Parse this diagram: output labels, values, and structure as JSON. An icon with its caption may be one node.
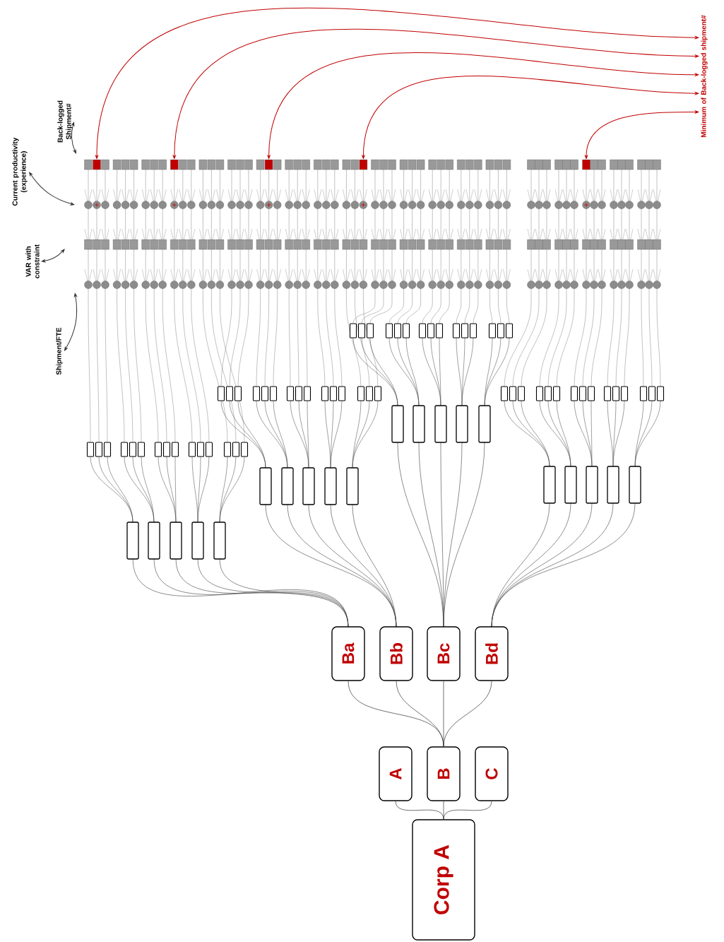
{
  "diagram": {
    "nodes": [
      {
        "text": [
          "Corp A"
        ]
      },
      {
        "text": [
          "A"
        ]
      },
      {
        "text": [
          "B"
        ]
      },
      {
        "text": [
          "C"
        ]
      },
      {
        "text": [
          "Ba"
        ]
      },
      {
        "text": [
          "Bb"
        ]
      },
      {
        "text": [
          "Bc"
        ]
      },
      {
        "text": [
          "Bd"
        ]
      },
      {
        "text": [
          "Minimum of Back-logged shipment#"
        ]
      },
      {
        "text": [],
        "shape": "box"
      },
      {
        "text": [],
        "shape": "box"
      },
      {
        "text": [],
        "shape": "box"
      },
      {
        "text": [],
        "shape": "box"
      },
      {
        "text": [],
        "shape": "box"
      },
      {
        "text": [
          "Back-logged Shipment#"
        ]
      },
      {
        "text": [
          "Current productivity (experience)"
        ]
      },
      {
        "text": [
          "VAR with constraint"
        ]
      },
      {
        "text": [
          "Shipment/FTE"
        ]
      }
    ],
    "edges": [
      {
        "from": 0,
        "to": 1,
        "arrow": "none"
      },
      {
        "from": 0,
        "to": 2,
        "arrow": "none"
      },
      {
        "from": 0,
        "to": 3,
        "arrow": "none"
      },
      {
        "from": 2,
        "to": 4,
        "arrow": "none"
      },
      {
        "from": 2,
        "to": 5,
        "arrow": "none"
      },
      {
        "from": 2,
        "to": 6,
        "arrow": "none"
      },
      {
        "from": 2,
        "to": 7,
        "arrow": "none"
      },
      {
        "from": 8,
        "to": 9,
        "arrow": "both",
        "color": "#c00000"
      },
      {
        "from": 8,
        "to": 10,
        "arrow": "both",
        "color": "#c00000"
      },
      {
        "from": 8,
        "to": 11,
        "arrow": "both",
        "color": "#c00000"
      },
      {
        "from": 8,
        "to": 12,
        "arrow": "both",
        "color": "#c00000"
      },
      {
        "from": 8,
        "to": 13,
        "arrow": "both",
        "color": "#c00000"
      },
      {
        "from": 14,
        "to": null,
        "arrow": "both"
      },
      {
        "from": 15,
        "to": null,
        "arrow": "both"
      },
      {
        "from": 16,
        "to": null,
        "arrow": "both"
      },
      {
        "from": 17,
        "to": null,
        "arrow": "both"
      }
    ]
  }
}
